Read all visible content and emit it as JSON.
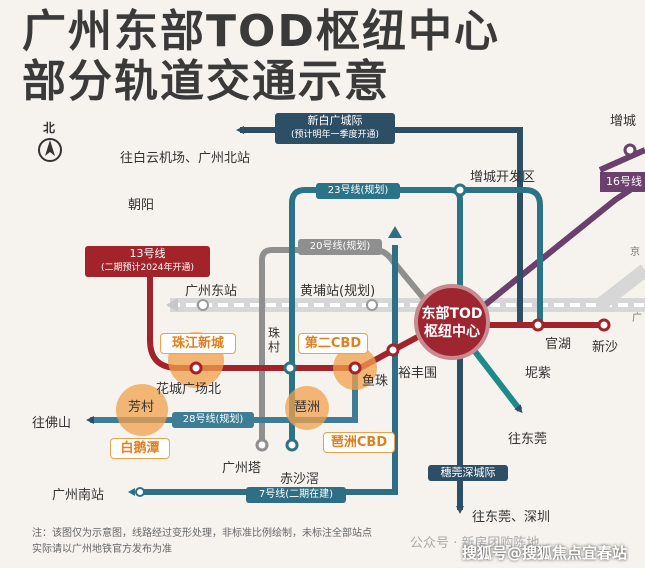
{
  "title": {
    "line1": "广州东部TOD枢纽中心",
    "line2": "部分轨道交通示意"
  },
  "compass": {
    "label": "北"
  },
  "labels": {
    "baiyun": "往白云机场、广州北站",
    "zengcheng": "增城",
    "chaoyang": "朝阳",
    "zengcheng_dev": "增城开发区",
    "line16": "16号线",
    "line23": "23号线(规划)",
    "line20": "20号线(规划)",
    "line13": "13号线",
    "line13_sub": "(二期预计2024年开通)",
    "xinbai": "新白广城际",
    "xinbai_sub": "(预计明年一季度开通)",
    "gz_east": "广州东站",
    "huangpu": "黄埔站(规划)",
    "zhujiang": "珠江新城",
    "zhucun": "珠\n村",
    "cbd2": "第二CBD",
    "hub": "东部TOD\n枢纽中心",
    "guanhu": "官湖",
    "xinsha": "新沙",
    "huachengsq": "花城广场北",
    "yuzhu": "鱼珠",
    "yufengwei": "裕丰围",
    "nizi": "坭紫",
    "fangcun": "芳村",
    "pazhou": "琶洲",
    "baietan": "白鹅潭",
    "pazhoucbd": "琶洲CBD",
    "line28": "28号线(规划)",
    "foshan": "往佛山",
    "gz_tower": "广州塔",
    "chishagang": "赤沙滘",
    "dongguan": "往东莞",
    "suiguan": "穗莞深城际",
    "gz_south": "广州南站",
    "line7": "7号线(二期在建)",
    "dg_sz": "往东莞、深圳",
    "jing": "京",
    "guang": "广"
  },
  "note": {
    "line1": "注：该图仅为示意图，线路经过变形处理，非标准比例绘制，未标注全部站点",
    "line2": "实际请以广州地铁官方发布为准"
  },
  "watermark": {
    "sohu": "搜狐号@搜狐焦点宜春站",
    "public": "公众号 · 新房团购陈地"
  },
  "colors": {
    "line13": "#a3232b",
    "line16": "#6b3f6e",
    "line20": "#8f8f8f",
    "line23": "#2b7488",
    "line28": "#3d7d95",
    "line7": "#2e6f86",
    "xinbai": "#2c4f66",
    "suiguan": "#2c4f66",
    "dongguan": "#1f8a8a",
    "rail": "#d7d7d7",
    "orange": "#f0a04b",
    "hub": "#9e2630"
  }
}
